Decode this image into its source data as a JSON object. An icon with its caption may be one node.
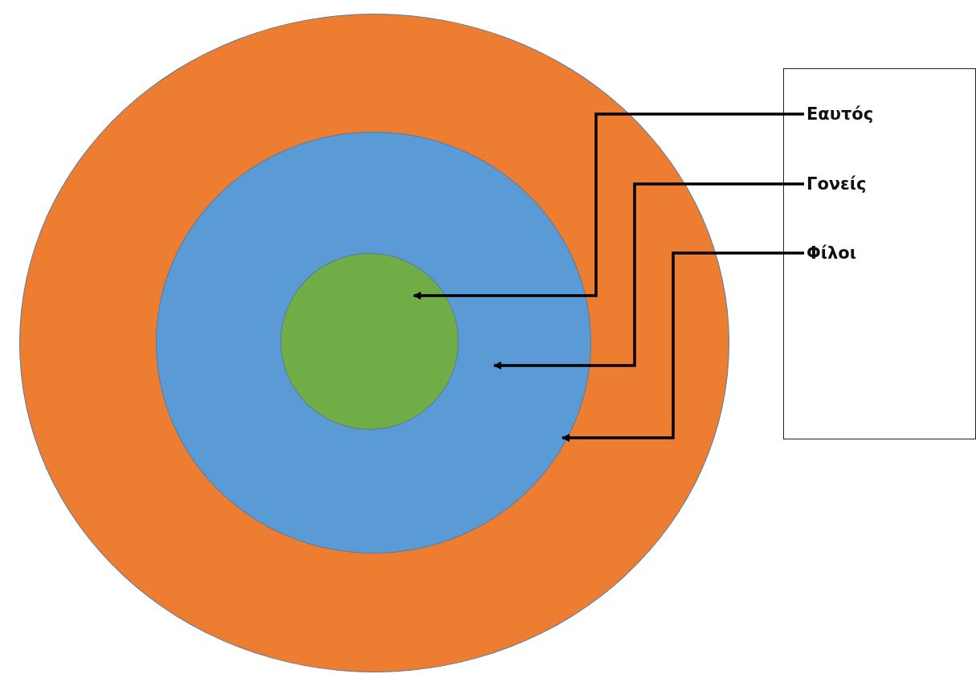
{
  "diagram": {
    "nodes": [
      {
        "text": [],
        "shape": "circle"
      },
      {
        "text": [],
        "shape": "circle",
        "in": 0
      },
      {
        "text": [],
        "shape": "circle",
        "in": 1
      },
      {
        "text": [],
        "shape": "box"
      },
      {
        "text": [
          "Εαυτός"
        ],
        "in": 3
      },
      {
        "text": [
          "Γονείς"
        ],
        "in": 3
      },
      {
        "text": [
          "Φίλοι"
        ],
        "in": 3
      }
    ],
    "edges": [
      {
        "from": 4,
        "to": 2,
        "arrow": "to"
      },
      {
        "from": 5,
        "to": 1,
        "arrow": "to"
      },
      {
        "from": 6,
        "to": 0,
        "arrow": "to"
      }
    ]
  }
}
